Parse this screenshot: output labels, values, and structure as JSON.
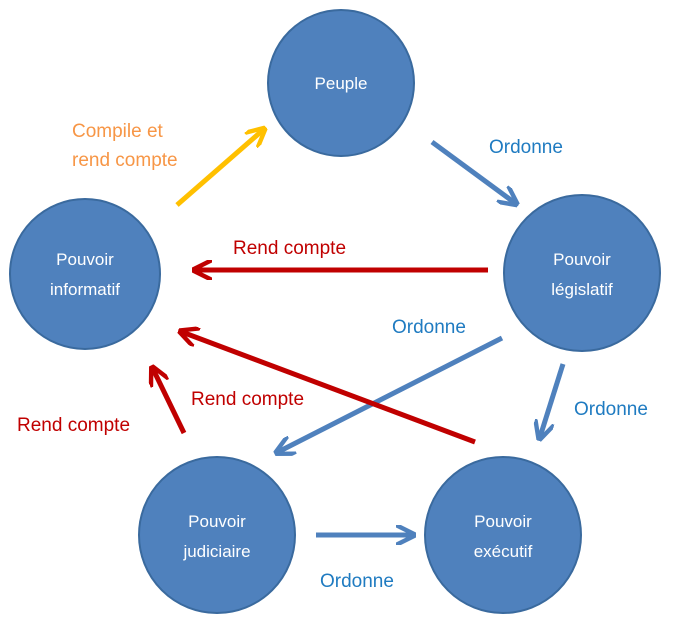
{
  "colors": {
    "node_fill": "#4f81bd",
    "node_stroke": "#3a6a9e",
    "ordonne": "#4f81bd",
    "ordonne_text": "#1f7bc1",
    "rend_compte": "#c00000",
    "compile": "#ffc000",
    "compile_text": "#f79646"
  },
  "nodes": {
    "peuple": {
      "lines": [
        "Peuple"
      ]
    },
    "informatif": {
      "lines": [
        "Pouvoir",
        "informatif"
      ]
    },
    "legislatif": {
      "lines": [
        "Pouvoir",
        "législatif"
      ]
    },
    "judiciaire": {
      "lines": [
        "Pouvoir",
        "judiciaire"
      ]
    },
    "executif": {
      "lines": [
        "Pouvoir",
        "exécutif"
      ]
    }
  },
  "edges": {
    "peuple_legislatif": {
      "label": "Ordonne",
      "kind": "ordonne"
    },
    "legislatif_judiciaire": {
      "label": "Ordonne",
      "kind": "ordonne"
    },
    "legislatif_executif": {
      "label": "Ordonne",
      "kind": "ordonne"
    },
    "judiciaire_executif": {
      "label": "Ordonne",
      "kind": "ordonne"
    },
    "legislatif_informatif": {
      "label": "Rend compte",
      "kind": "rend_compte"
    },
    "executif_informatif": {
      "label": "Rend compte",
      "kind": "rend_compte"
    },
    "judiciaire_informatif": {
      "label": "Rend compte",
      "kind": "rend_compte"
    },
    "informatif_peuple": {
      "label_lines": [
        "Compile et",
        "rend compte"
      ],
      "kind": "compile"
    }
  }
}
